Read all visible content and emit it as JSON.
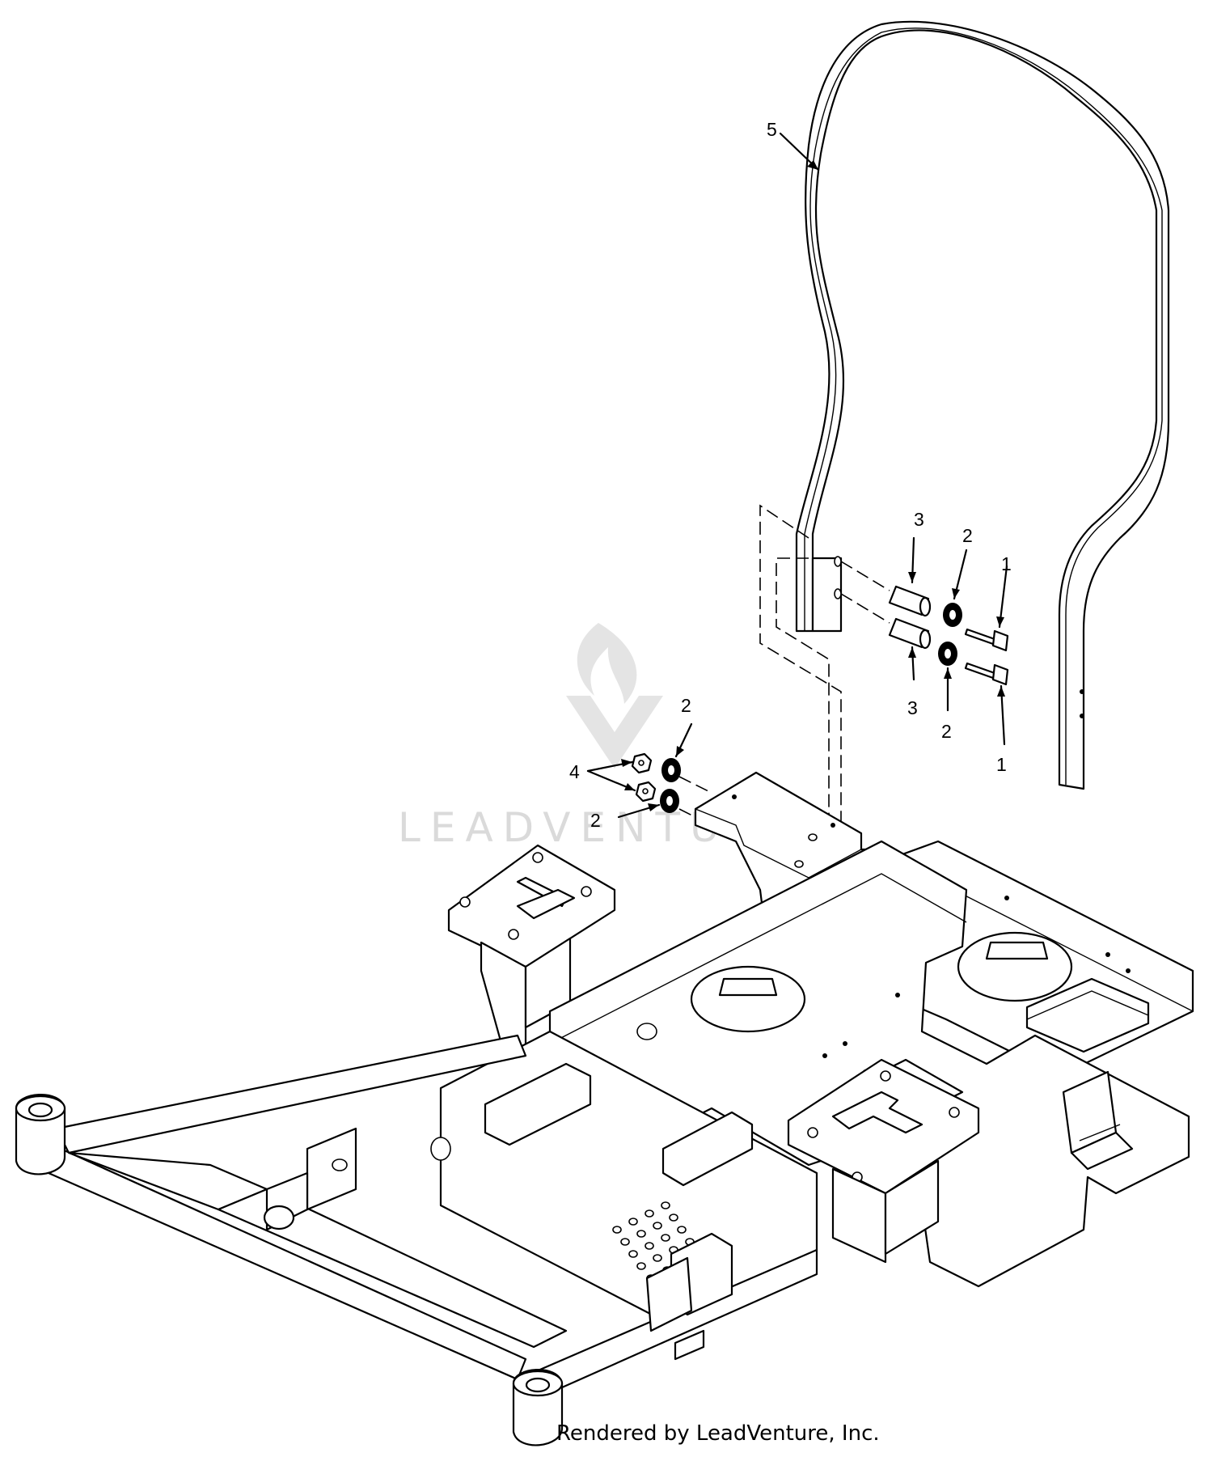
{
  "callouts": [
    {
      "id": "c5",
      "text": "5"
    },
    {
      "id": "c3a",
      "text": "3"
    },
    {
      "id": "c2a",
      "text": "2"
    },
    {
      "id": "c1a",
      "text": "1"
    },
    {
      "id": "c3b",
      "text": "3"
    },
    {
      "id": "c2b",
      "text": "2"
    },
    {
      "id": "c1b",
      "text": "1"
    },
    {
      "id": "c2c",
      "text": "2"
    },
    {
      "id": "c4",
      "text": "4"
    },
    {
      "id": "c2d",
      "text": "2"
    }
  ],
  "watermark": {
    "text": "LEADVENTURE"
  },
  "credit": "Rendered by LeadVenture, Inc."
}
